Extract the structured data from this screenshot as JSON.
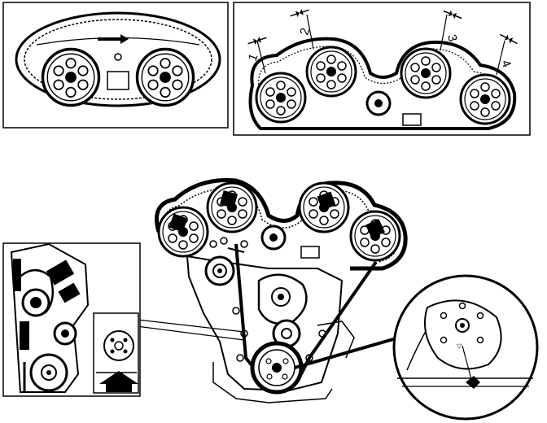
{
  "panels": {
    "top_left": {
      "name": "camshaft-cover-detail"
    },
    "top_right": {
      "name": "belt-span-check-detail",
      "span_labels": [
        "1",
        "2",
        "3",
        "4"
      ]
    },
    "main": {
      "name": "timing-belt-layout"
    },
    "bottom_left": {
      "name": "tensioner-detail"
    },
    "bottom_right": {
      "name": "crankshaft-mark-detail"
    }
  },
  "colors": {
    "ink": "#000000",
    "paper": "#ffffff"
  }
}
